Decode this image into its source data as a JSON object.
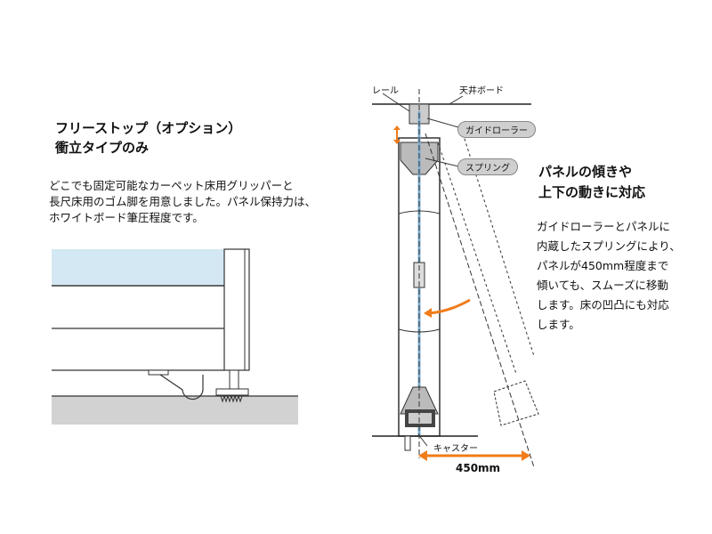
{
  "left": {
    "title_line1": "フリーストップ（オプション）",
    "title_line2": "衝立タイプのみ",
    "body": [
      "どこでも固定可能なカーペット床用グリッパーと",
      "長尺床用のゴム脚を用意しました。パネル保持力は、",
      "ホワイトボード筆圧程度です。"
    ]
  },
  "right": {
    "title_line1": "パネルの傾きや",
    "title_line2": "上下の動きに対応",
    "body": [
      "ガイドローラーとパネルに",
      "内蔵したスプリングにより、",
      "パネルが450mm程度まで",
      "傾いても、スムーズに移動",
      "します。床の凹凸にも対応",
      "します。"
    ]
  },
  "diagram": {
    "rail": "レール",
    "ceiling": "天井ボード",
    "guide_roller": "ガイドローラー",
    "spring": "スプリング",
    "caster": "キャスター",
    "distance": "450mm"
  },
  "colors": {
    "accent": "#f07c1a",
    "glass": "#d3e8f3",
    "floor": "#d2d2d2"
  }
}
